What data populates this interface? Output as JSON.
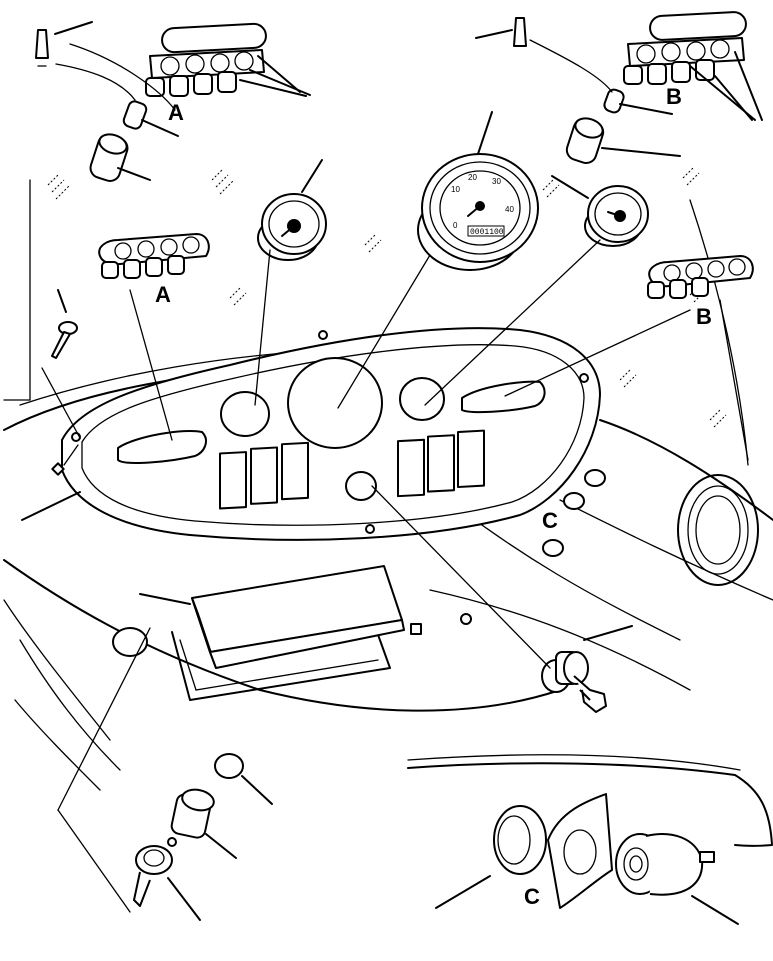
{
  "callouts": {
    "top_left": "A",
    "top_right": "B",
    "middle_left": "A",
    "middle_right": "B",
    "console": "C",
    "detail": "C"
  },
  "gauge": {
    "scale_marks": [
      "10",
      "20",
      "30",
      "40",
      "0"
    ],
    "hour_readout": "0001100"
  }
}
